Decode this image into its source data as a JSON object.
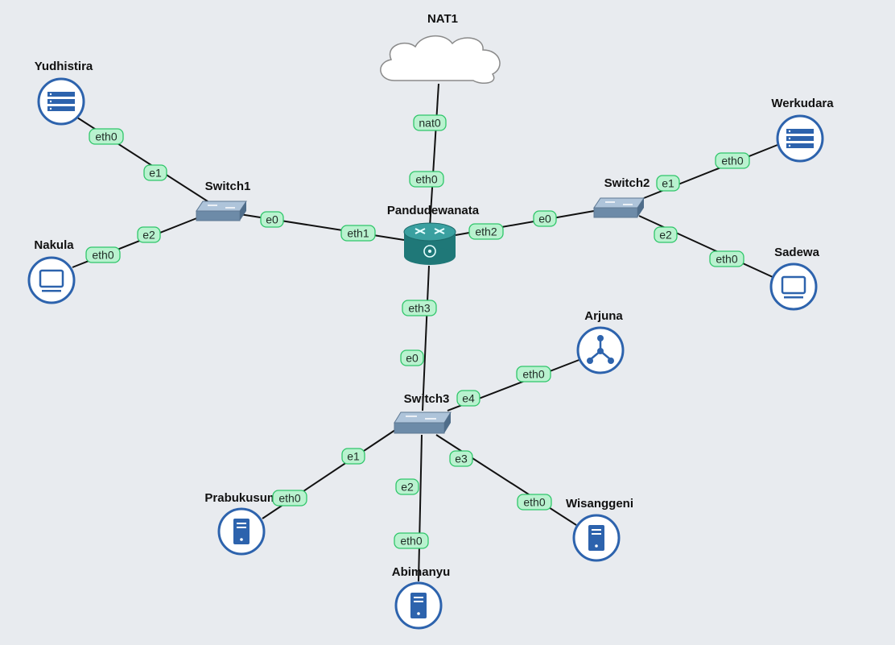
{
  "nodes": {
    "nat": "NAT1",
    "router": "Pandudewanata",
    "switch1": "Switch1",
    "switch2": "Switch2",
    "switch3": "Switch3",
    "yudhistira": "Yudhistira",
    "nakula": "Nakula",
    "werkudara": "Werkudara",
    "sadewa": "Sadewa",
    "arjuna": "Arjuna",
    "prabukusuma": "Prabukusuma",
    "abimanyu": "Abimanyu",
    "wisanggeni": "Wisanggeni"
  },
  "ports": {
    "nat_nat0": "nat0",
    "router_eth0": "eth0",
    "router_eth1": "eth1",
    "router_eth2": "eth2",
    "router_eth3": "eth3",
    "sw1_e0": "e0",
    "sw1_e1": "e1",
    "sw1_e2": "e2",
    "sw2_e0": "e0",
    "sw2_e1": "e1",
    "sw2_e2": "e2",
    "sw3_e0": "e0",
    "sw3_e1": "e1",
    "sw3_e2": "e2",
    "sw3_e3": "e3",
    "sw3_e4": "e4",
    "yudhistira_eth0": "eth0",
    "nakula_eth0": "eth0",
    "werkudara_eth0": "eth0",
    "sadewa_eth0": "eth0",
    "arjuna_eth0": "eth0",
    "prabukusuma_eth0": "eth0",
    "abimanyu_eth0": "eth0",
    "wisanggeni_eth0": "eth0"
  },
  "colors": {
    "background": "#e8ebef",
    "icon_stroke": "#2d63ad",
    "port_fill": "#b9f2cf",
    "port_stroke": "#2fc66a",
    "router_fill": "#2a8a8a"
  },
  "icons": {
    "nat": "cloud-icon",
    "router": "router-icon",
    "switch": "switch-icon",
    "server": "server-rack-icon",
    "pc": "monitor-icon",
    "hub": "network-hub-icon",
    "host": "server-tower-icon"
  }
}
